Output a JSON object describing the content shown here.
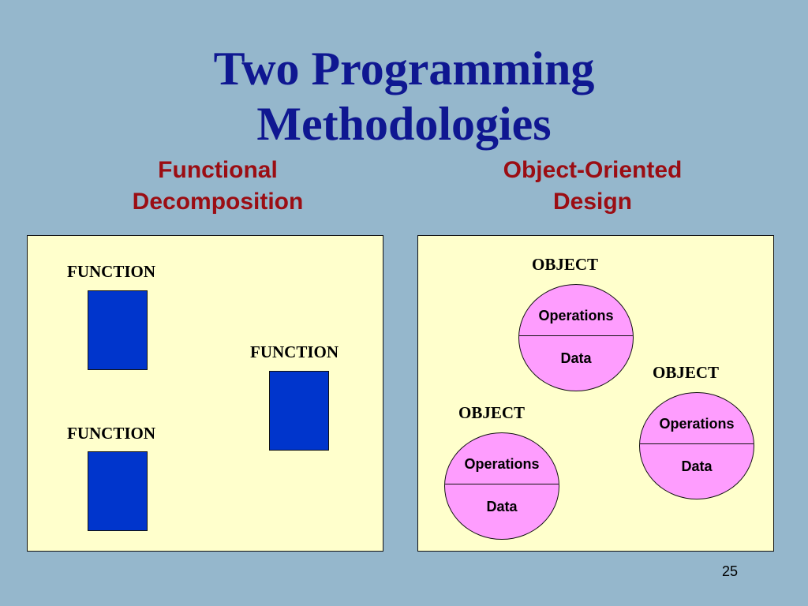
{
  "title": {
    "line1": "Two Programming",
    "line2": "Methodologies"
  },
  "left_heading": {
    "line1": "Functional",
    "line2": "Decomposition"
  },
  "right_heading": {
    "line1": "Object-Oriented",
    "line2": "Design"
  },
  "functional_decomposition": {
    "functions": [
      {
        "label": "FUNCTION"
      },
      {
        "label": "FUNCTION"
      },
      {
        "label": "FUNCTION"
      }
    ],
    "box_color": "#0035cc"
  },
  "object_oriented": {
    "objects": [
      {
        "label": "OBJECT",
        "operations": "Operations",
        "data": "Data"
      },
      {
        "label": "OBJECT",
        "operations": "Operations",
        "data": "Data"
      },
      {
        "label": "OBJECT",
        "operations": "Operations",
        "data": "Data"
      }
    ],
    "circle_color": "#fe9dfe"
  },
  "colors": {
    "background": "#95b7cc",
    "title": "#0f1791",
    "subheading": "#9b0d13",
    "panel": "#ffffcc"
  },
  "page_number": "25"
}
